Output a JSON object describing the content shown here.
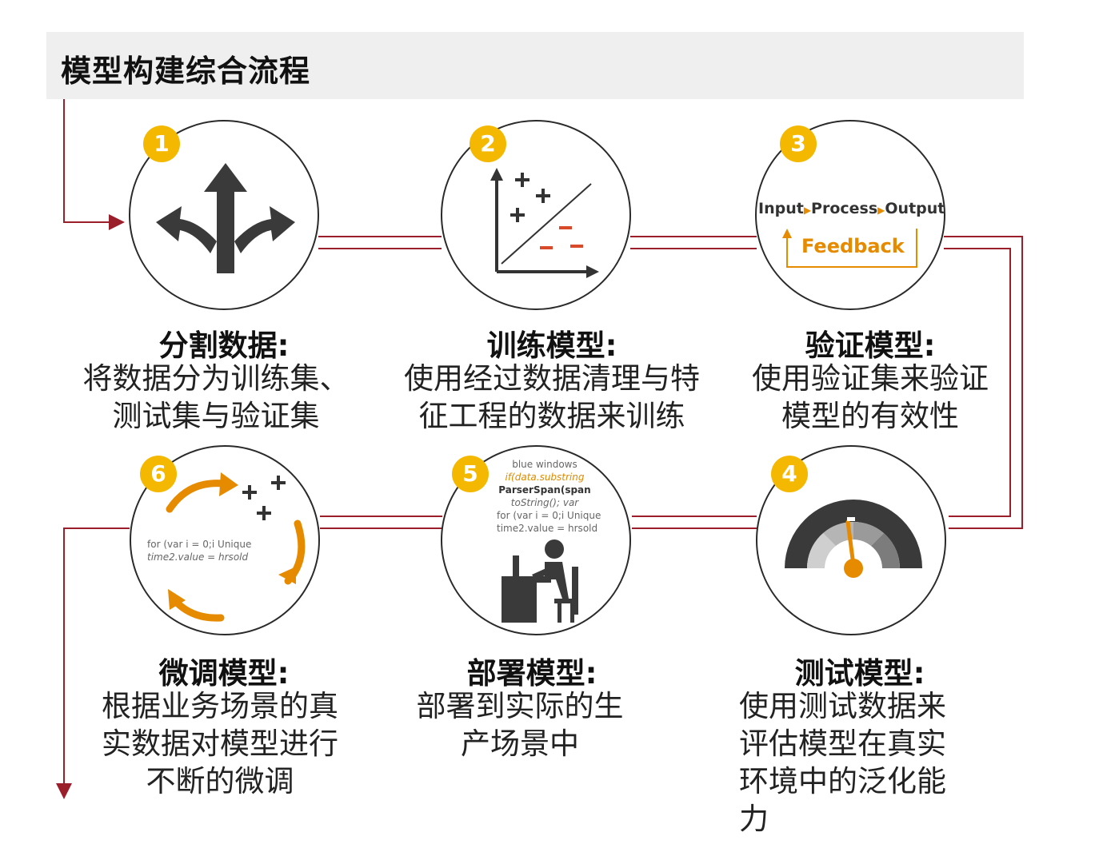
{
  "header": {
    "title": "模型构建综合流程"
  },
  "colors": {
    "accent": "#f5b800",
    "flow_line": "#9a1f2b",
    "icon_dark": "#3a3a3a",
    "icon_orange": "#e68a00"
  },
  "steps": [
    {
      "number": "1",
      "icon": "split-arrows-icon",
      "title": "分割数据:",
      "desc": [
        "将数据分为训练集、",
        "测试集与验证集"
      ]
    },
    {
      "number": "2",
      "icon": "scatter-classification-icon",
      "title": "训练模型:",
      "desc": [
        "使用经过数据清理与特",
        "征工程的数据来训练"
      ]
    },
    {
      "number": "3",
      "icon": "input-process-output-icon",
      "title": "验证模型:",
      "desc": [
        "使用验证集来验证",
        "模型的有效性"
      ],
      "icon_text": {
        "input": "Input",
        "process": "Process",
        "output": "Output",
        "feedback": "Feedback"
      }
    },
    {
      "number": "4",
      "icon": "gauge-icon",
      "title": "测试模型:",
      "desc": [
        "使用测试数据来",
        "评估模型在真实",
        "环境中的泛化能",
        "力"
      ]
    },
    {
      "number": "5",
      "icon": "developer-at-desk-icon",
      "title": "部署模型:",
      "desc": [
        "部署到实际的生",
        "产场景中"
      ],
      "code": [
        "blue windows",
        "if(data.substring",
        "ParserSpan(span",
        "toString(); var",
        "for (var i = 0;i Unique",
        "time2.value = hrsold"
      ]
    },
    {
      "number": "6",
      "icon": "refresh-cycle-icon",
      "title": "微调模型:",
      "desc": [
        "根据业务场景的真",
        "实数据对模型进行",
        "不断的微调"
      ],
      "code": [
        "for (var i = 0;i Unique",
        "time2.value = hrsold"
      ]
    }
  ]
}
